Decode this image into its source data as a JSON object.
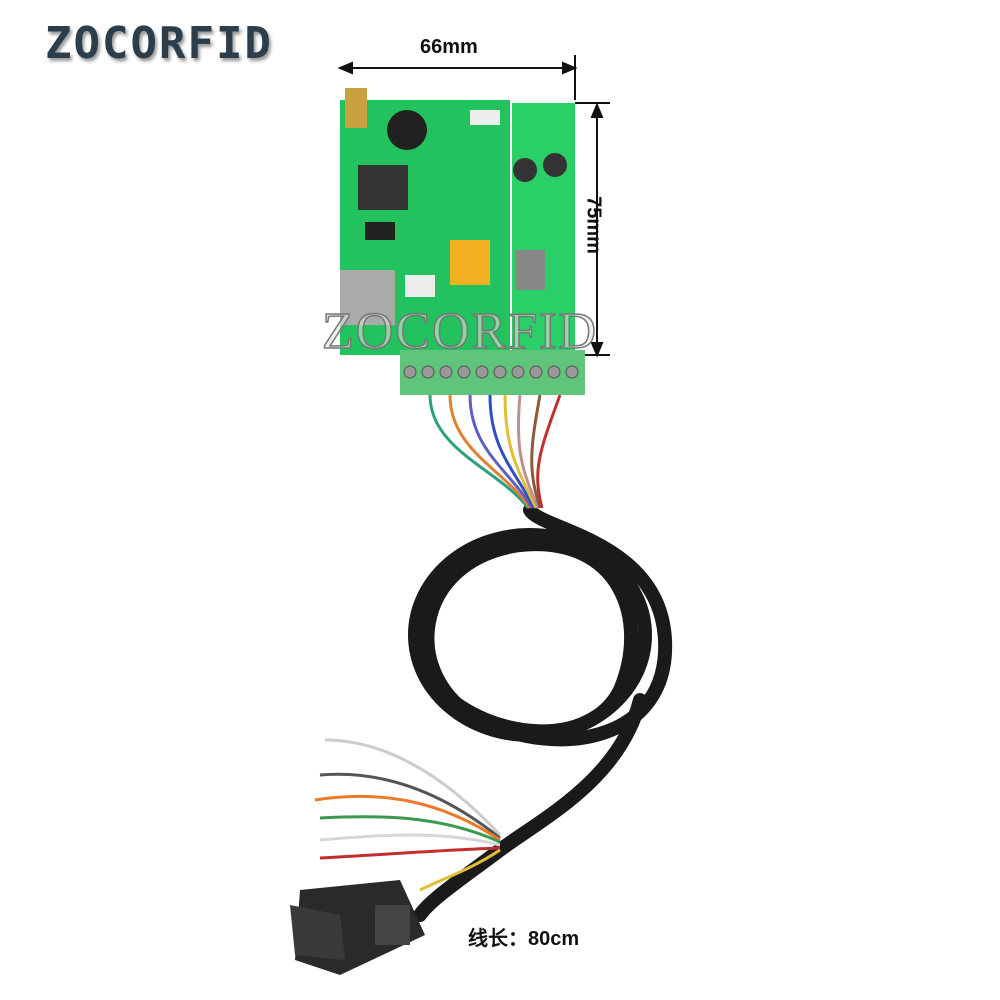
{
  "logo": {
    "text": "ZOCORFID"
  },
  "watermark": {
    "text": "ZOCORFID"
  },
  "dimensions": {
    "width_label": "66mm",
    "height_label": "75mm"
  },
  "cable": {
    "length_label": "线长：80cm"
  },
  "colors": {
    "pcb": "#22c35e",
    "terminal": "#5fc57a",
    "cable": "#1a1a1a"
  }
}
